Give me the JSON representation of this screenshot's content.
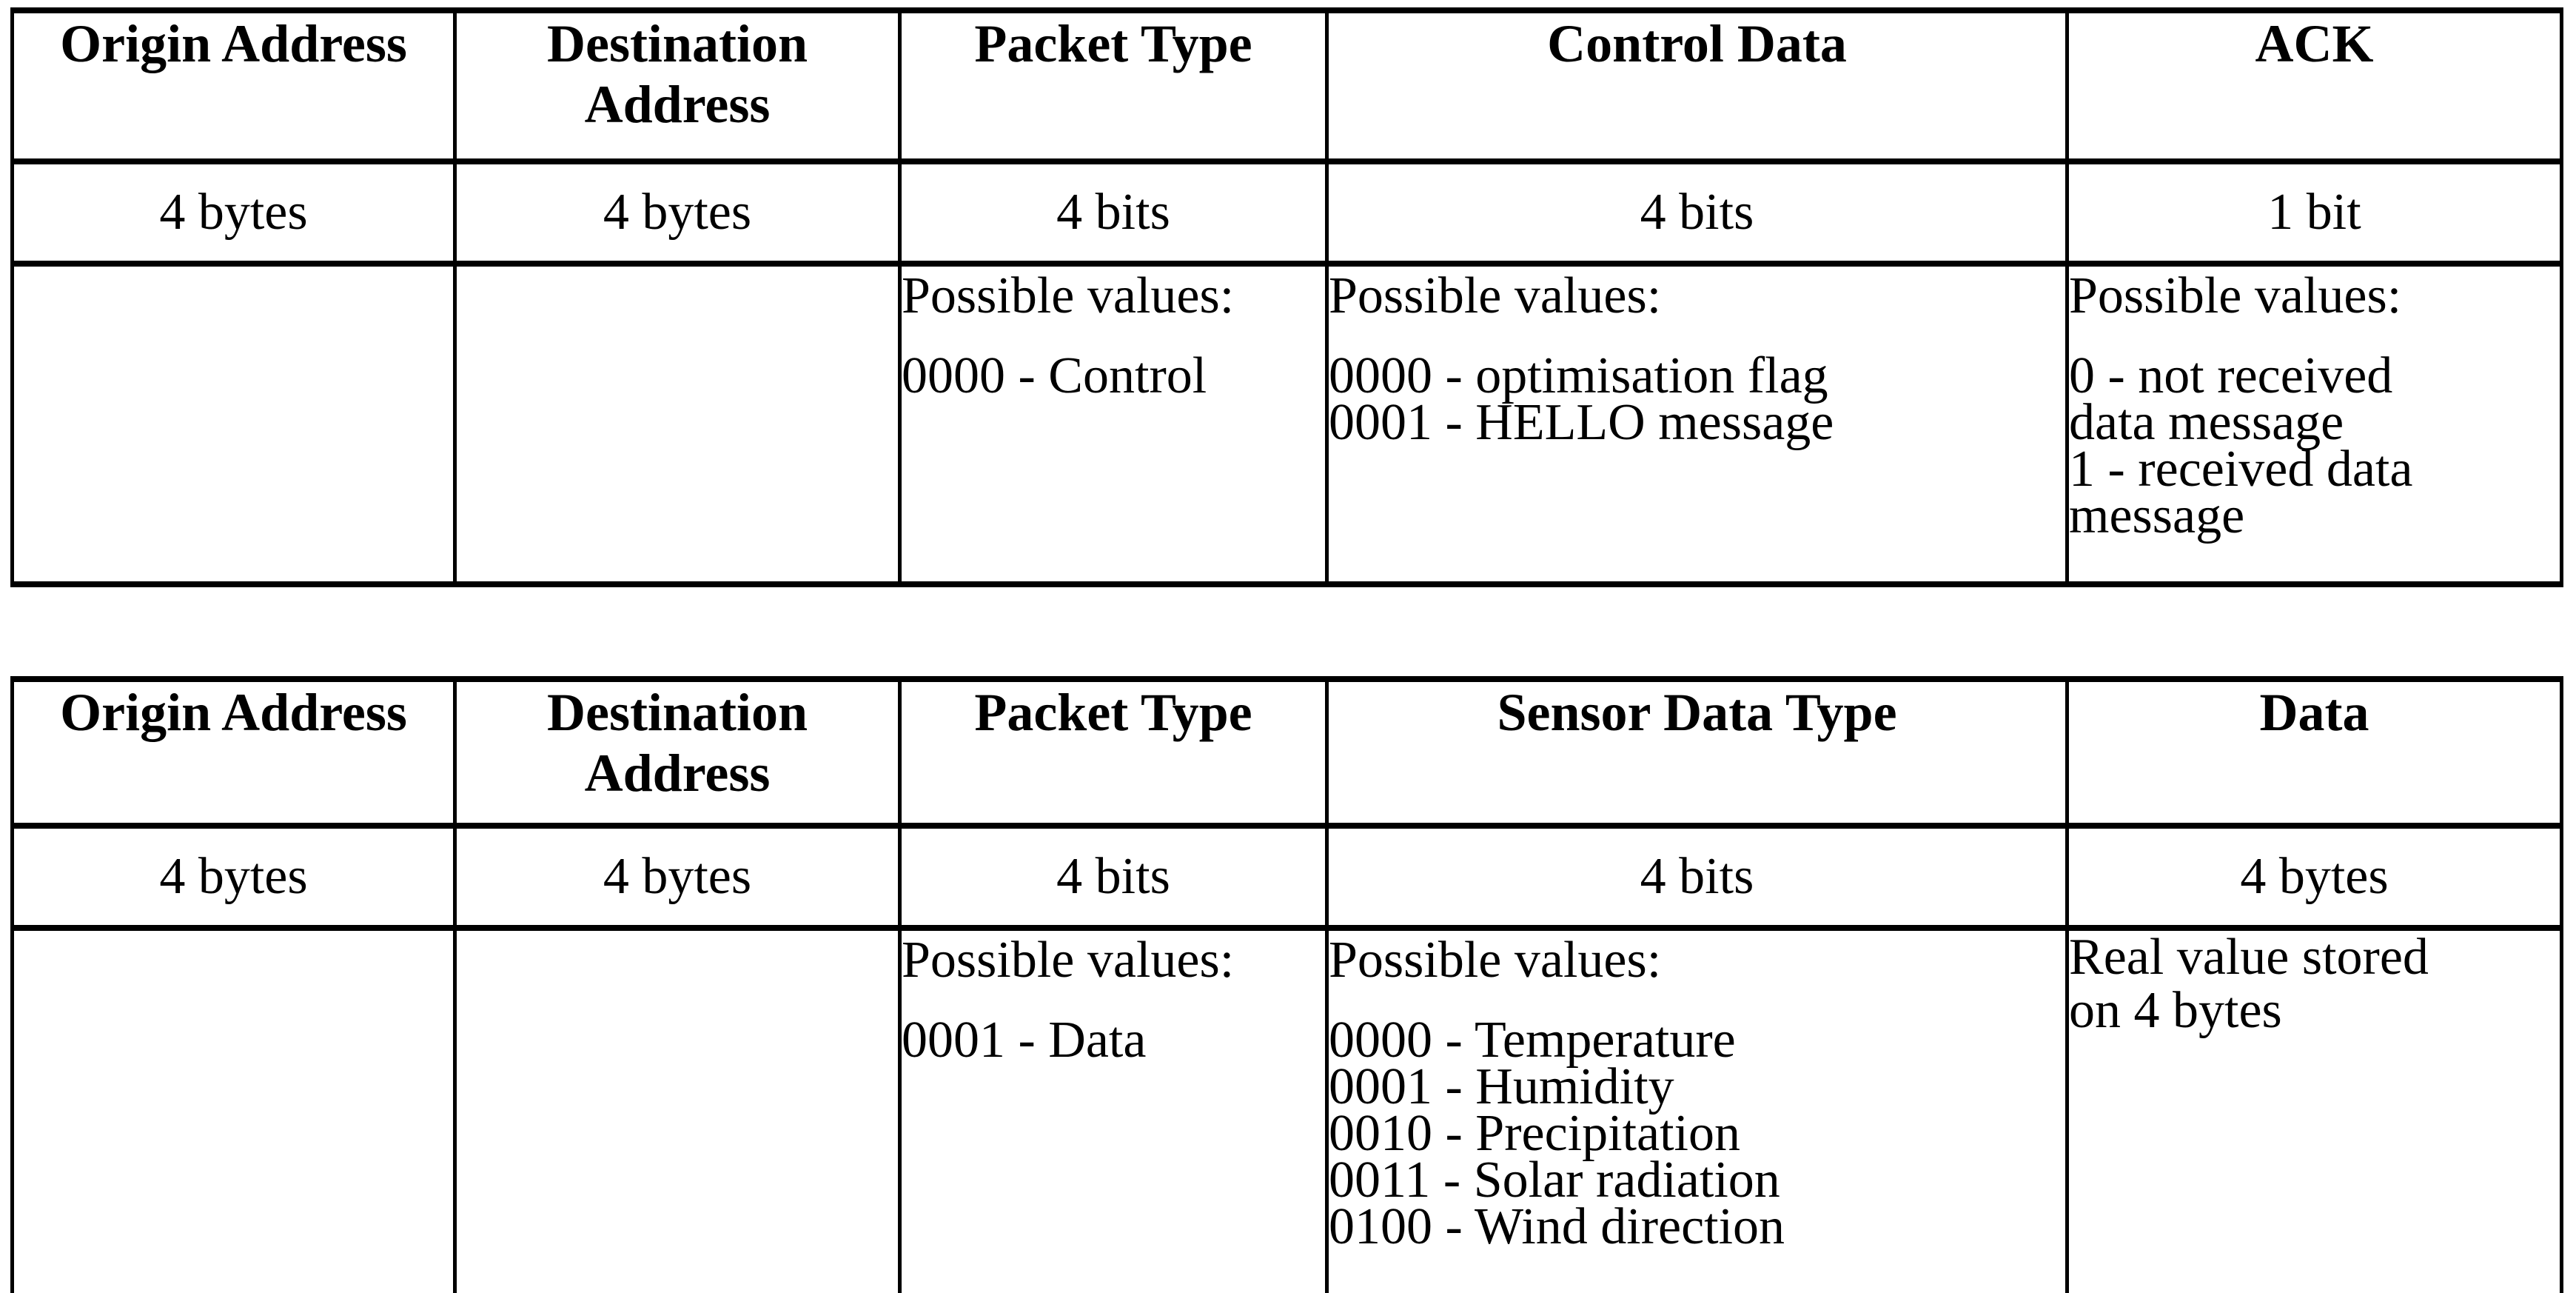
{
  "colors": {
    "text": "#000000",
    "background": "#ffffff",
    "border": "#000000"
  },
  "tables": [
    {
      "columns": [
        {
          "header": "Origin Address",
          "size": "4 bytes"
        },
        {
          "header": "Destination Address",
          "size": "4 bytes"
        },
        {
          "header": "Packet Type",
          "size": "4 bits",
          "details": {
            "label": "Possible values:",
            "items": [
              "0000 - Control"
            ]
          }
        },
        {
          "header": "Control Data",
          "size": "4 bits",
          "details": {
            "label": "Possible values:",
            "items": [
              "0000 - optimisation flag",
              "0001 - HELLO message"
            ]
          }
        },
        {
          "header": "ACK",
          "size": "1 bit",
          "details": {
            "label": "Possible values:",
            "items": [
              "0 - not received data message",
              "1 - received data message"
            ]
          }
        }
      ]
    },
    {
      "columns": [
        {
          "header": "Origin Address",
          "size": "4 bytes"
        },
        {
          "header": "Destination Address",
          "size": "4 bytes"
        },
        {
          "header": "Packet Type",
          "size": "4 bits",
          "details": {
            "label": "Possible values:",
            "items": [
              "0001 - Data"
            ]
          }
        },
        {
          "header": "Sensor Data Type",
          "size": "4 bits",
          "details": {
            "label": "Possible values:",
            "items": [
              "0000 - Temperature",
              "0001 - Humidity",
              "0010 - Precipitation",
              "0011 - Solar radiation",
              "0100 - Wind direction"
            ]
          }
        },
        {
          "header": "Data",
          "size": "4 bytes",
          "details": {
            "description": "Real value stored on 4 bytes"
          }
        }
      ]
    }
  ]
}
